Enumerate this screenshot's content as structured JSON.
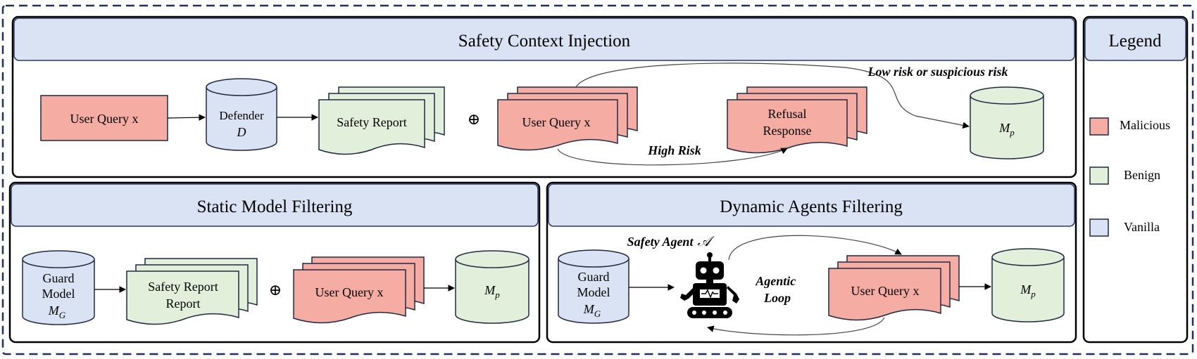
{
  "panels": {
    "injection": {
      "title": "Safety Context Injection",
      "user_query": "User Query x",
      "defender_label": "Defender",
      "defender_symbol": "D",
      "safety_report": "Safety Report",
      "oplus": "⊕",
      "stack_query": "User Query x",
      "refusal_line1": "Refusal",
      "refusal_line2": "Response",
      "model_label": "M",
      "model_sub": "p",
      "low_risk_label": "Low risk or suspicious risk",
      "high_risk_label": "High Risk"
    },
    "static": {
      "title": "Static Model Filtering",
      "guard_line1": "Guard",
      "guard_line2": "Model",
      "guard_symbol": "M",
      "guard_sub": "G",
      "report_line1": "Safety Report",
      "report_line2": "Report",
      "oplus": "⊕",
      "stack_query": "User Query x",
      "model_label": "M",
      "model_sub": "p"
    },
    "dynamic": {
      "title": "Dynamic Agents Filtering",
      "guard_line1": "Guard",
      "guard_line2": "Model",
      "guard_symbol": "M",
      "guard_sub": "G",
      "agent_label": "Safety Agent",
      "agent_symbol": "𝒜",
      "loop_line1": "Agentic",
      "loop_line2": "Loop",
      "stack_query": "User Query x",
      "model_label": "M",
      "model_sub": "p",
      "robot_icon": "robot-icon"
    },
    "legend": {
      "title": "Legend",
      "items": [
        {
          "label": "Malicious",
          "color": "#f4aca3"
        },
        {
          "label": "Benign",
          "color": "#e2efda"
        },
        {
          "label": "Vanilla",
          "color": "#dae3f3"
        }
      ]
    }
  },
  "colors": {
    "malicious": "#f4aca3",
    "benign": "#e2efda",
    "vanilla": "#dae3f3",
    "header": "#dae3f3",
    "stroke": "#1f2a44"
  }
}
